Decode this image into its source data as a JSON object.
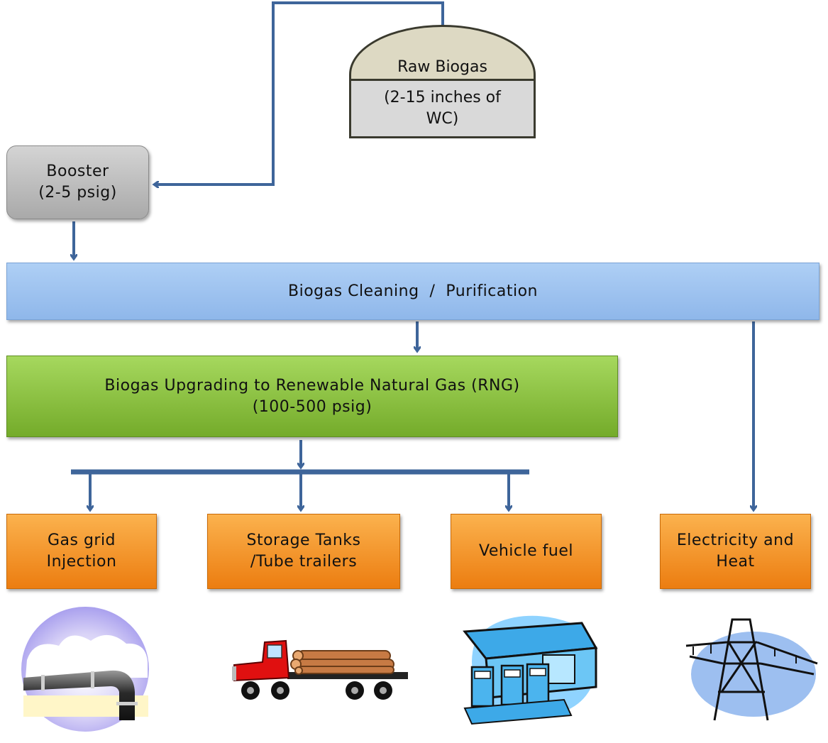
{
  "raw_biogas": {
    "title": "Raw  Biogas",
    "pressure": "(2-15 inches of WC)"
  },
  "booster": {
    "title": "Booster",
    "pressure": "(2-5 psig)"
  },
  "cleaning": {
    "label": "Biogas Cleaning  /  Purification"
  },
  "upgrading": {
    "title": "Biogas Upgrading to Renewable Natural Gas (RNG)",
    "pressure": "(100-500 psig)"
  },
  "outputs": [
    {
      "line1": "Gas grid",
      "line2": "Injection",
      "icon": "pipeline-icon"
    },
    {
      "line1": "Storage Tanks",
      "line2": "/Tube trailers",
      "icon": "log-truck-icon"
    },
    {
      "line1": "Vehicle fuel",
      "line2": "",
      "icon": "gas-station-icon"
    },
    {
      "line1": "Electricity and",
      "line2": "Heat",
      "icon": "power-tower-icon"
    }
  ],
  "colors": {
    "connector": "#3e659a",
    "cleaning": "#9dc3ef",
    "upgrading": "#8cc43f",
    "outputs": "#f79a2e",
    "booster": "#bfbfbf",
    "tank_dome": "#ddd9c3",
    "tank_body": "#d9d9d9"
  }
}
